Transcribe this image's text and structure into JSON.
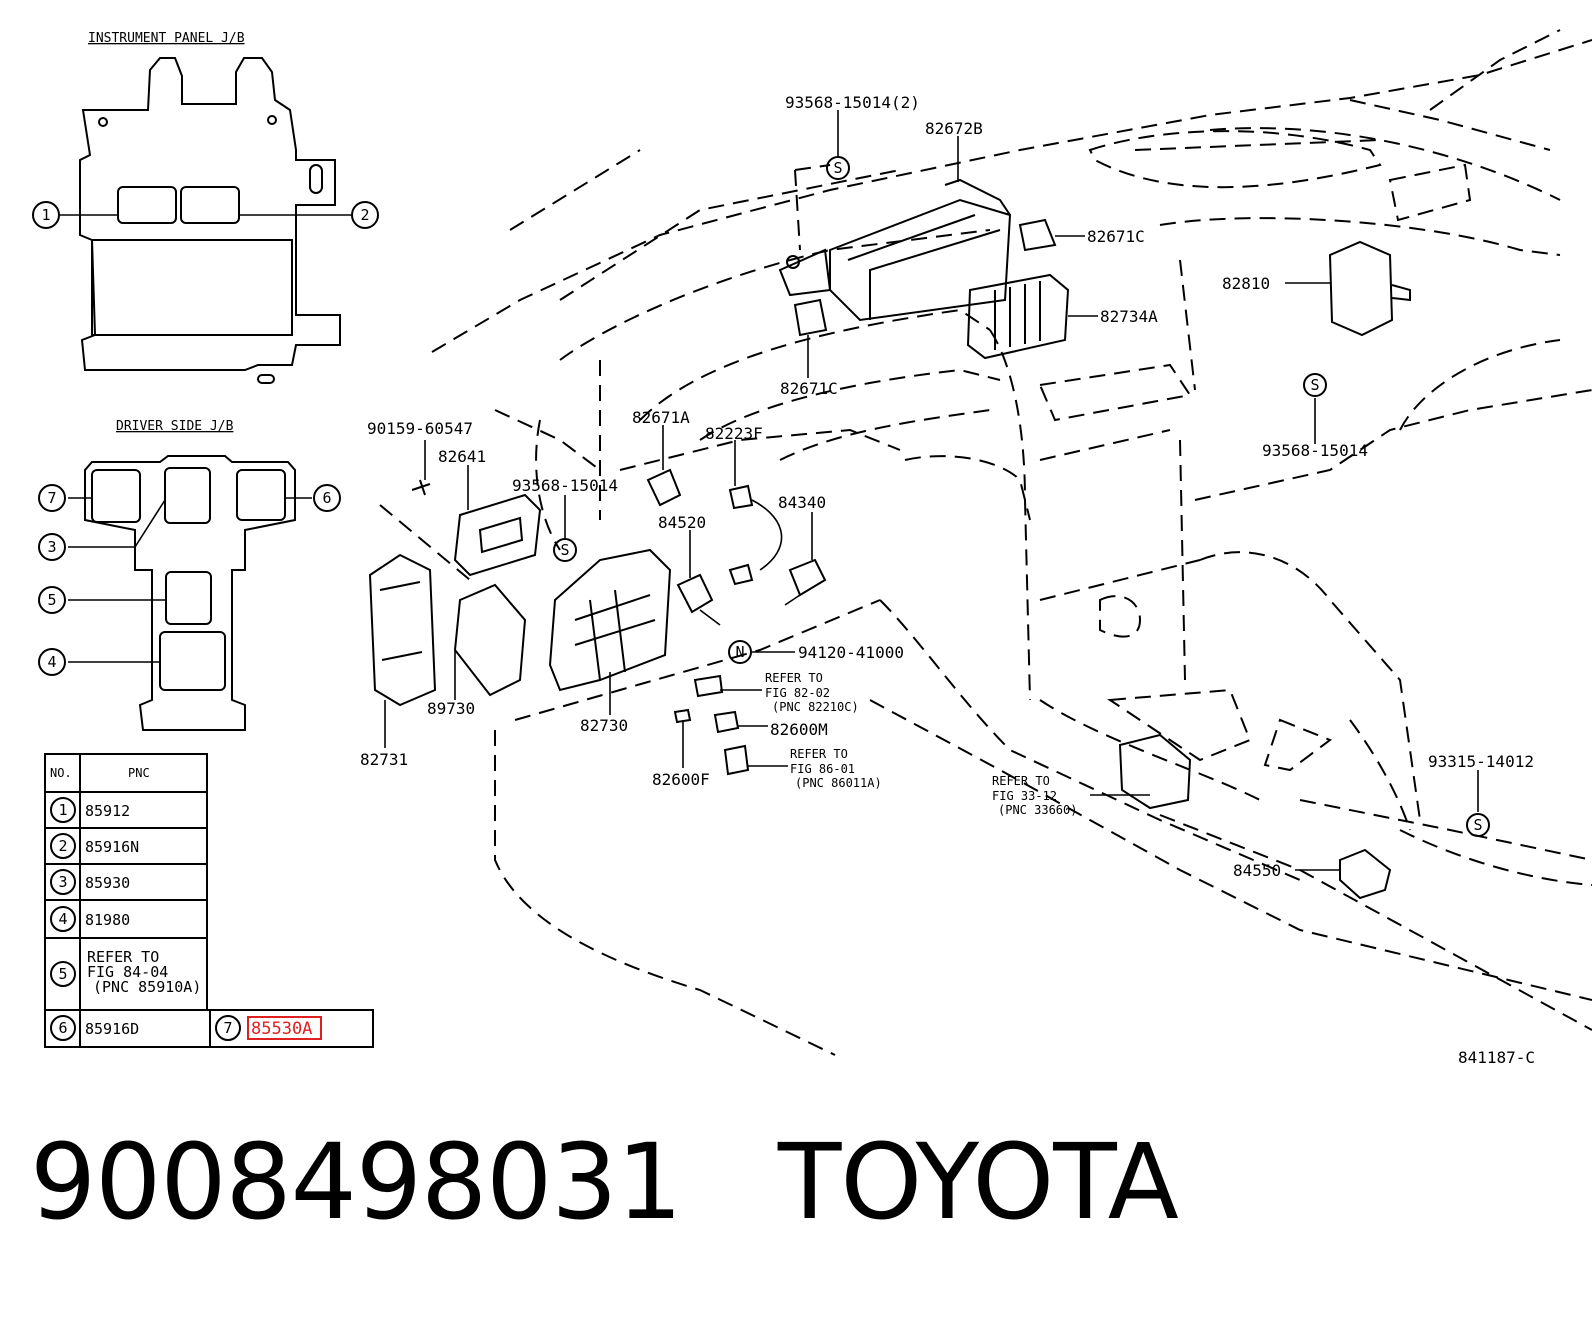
{
  "diagram": {
    "instrument_panel_title": "INSTRUMENT PANEL J/B",
    "driver_side_title": "DRIVER SIDE J/B",
    "callouts": [
      "1",
      "2",
      "3",
      "4",
      "5",
      "6",
      "7"
    ],
    "symbol_s": "S",
    "symbol_n": "N",
    "part_labels": {
      "p93568_15014_2": "93568-15014(2)",
      "p82672B": "82672B",
      "p82671C_a": "82671C",
      "p82671C_b": "82671C",
      "p82734A": "82734A",
      "p82810": "82810",
      "p93568_15014_r": "93568-15014",
      "p90159_60547": "90159-60547",
      "p82641": "82641",
      "p93568_15014_m": "93568-15014",
      "p82671A": "82671A",
      "p82223F": "82223F",
      "p84340": "84340",
      "p84520": "84520",
      "p94120_41000": "94120-41000",
      "p89730": "89730",
      "p82730": "82730",
      "p82731": "82731",
      "p82600M": "82600M",
      "p82600F": "82600F",
      "p84550": "84550",
      "p93315_14012": "93315-14012",
      "fig_code": "841187-C"
    },
    "refer_notes": {
      "r1": [
        "REFER TO",
        "FIG 82-02",
        "(PNC 82210C)"
      ],
      "r2": [
        "REFER TO",
        "FIG 86-01",
        "(PNC 86011A)"
      ],
      "r3": [
        "REFER TO",
        "FIG 33-12",
        "(PNC 33660)"
      ]
    }
  },
  "pnc_table": {
    "header_no": "NO.",
    "header_pnc": "PNC",
    "rows": [
      {
        "no": "1",
        "pnc": "85912"
      },
      {
        "no": "2",
        "pnc": "85916N"
      },
      {
        "no": "3",
        "pnc": "85930"
      },
      {
        "no": "4",
        "pnc": "81980"
      },
      {
        "no": "5",
        "pnc_lines": [
          "REFER TO",
          "FIG 84-04",
          "(PNC 85910A)"
        ]
      },
      {
        "no": "6",
        "pnc": "85916D"
      }
    ],
    "extra": {
      "no": "7",
      "pnc": "85530A",
      "highlight_color": "#e02020"
    }
  },
  "footer": {
    "part_number": "9008498031",
    "brand": "TOYOTA"
  }
}
